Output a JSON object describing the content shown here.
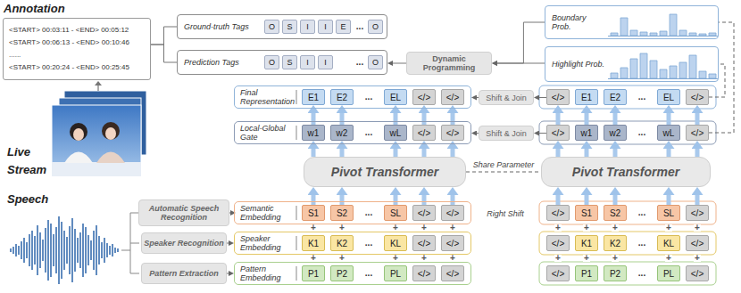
{
  "diagram": {
    "nodes": [
      {
        "text": [
          "Annotation",
          "<START> 00:03:11 - <END> 00:05:12",
          "<START> 00:06:13 - <END> 00:10:46",
          "......",
          "<START> 00:20:24 - <END> 00:25:45"
        ]
      },
      {
        "text": [
          "Ground-truth Tags"
        ]
      },
      {
        "text": [
          "O"
        ],
        "in": 1
      },
      {
        "text": [
          "S"
        ],
        "in": 1
      },
      {
        "text": [
          "I"
        ],
        "in": 1
      },
      {
        "text": [
          "I"
        ],
        "in": 1
      },
      {
        "text": [
          "E"
        ],
        "in": 1
      },
      {
        "text": [
          "O"
        ],
        "in": 1
      },
      {
        "text": [
          "Prediction Tags"
        ]
      },
      {
        "text": [
          "O"
        ],
        "in": 8
      },
      {
        "text": [
          "S"
        ],
        "in": 8
      },
      {
        "text": [
          "I"
        ],
        "in": 8
      },
      {
        "text": [
          "I"
        ],
        "in": 8
      },
      {
        "text": [
          "O"
        ],
        "in": 8
      },
      {
        "text": [
          "Dynamic Programming"
        ]
      },
      {
        "text": [
          "Boundary Prob."
        ]
      },
      {
        "text": [
          "Highlight Prob."
        ]
      },
      {
        "text": [
          "Final Representation"
        ]
      },
      {
        "text": [
          "E1"
        ],
        "in": 17
      },
      {
        "text": [
          "E2"
        ],
        "in": 17
      },
      {
        "text": [
          "EL"
        ],
        "in": 17
      },
      {
        "text": [
          "</>"
        ],
        "in": 17
      },
      {
        "text": [
          "</>"
        ],
        "in": 17
      },
      {
        "text": [
          "Shift & Join"
        ]
      },
      {
        "text": [
          "</>"
        ]
      },
      {
        "text": [
          "E1"
        ]
      },
      {
        "text": [
          "E2"
        ]
      },
      {
        "text": [
          "EL"
        ]
      },
      {
        "text": [
          "</>"
        ]
      },
      {
        "text": [
          "Local-Global Gate"
        ]
      },
      {
        "text": [
          "w1"
        ],
        "in": 29
      },
      {
        "text": [
          "w2"
        ],
        "in": 29
      },
      {
        "text": [
          "wL"
        ],
        "in": 29
      },
      {
        "text": [
          "</>"
        ],
        "in": 29
      },
      {
        "text": [
          "</>"
        ],
        "in": 29
      },
      {
        "text": [
          "Shift & Join"
        ]
      },
      {
        "text": [
          "</>"
        ]
      },
      {
        "text": [
          "w1"
        ]
      },
      {
        "text": [
          "w2"
        ]
      },
      {
        "text": [
          "wL"
        ]
      },
      {
        "text": [
          "</>"
        ]
      },
      {
        "text": [
          "Pivot Transformer"
        ]
      },
      {
        "text": [
          "Pivot Transformer"
        ]
      },
      {
        "text": [
          "Automatic Speech Recognition"
        ]
      },
      {
        "text": [
          "Semantic Embedding"
        ]
      },
      {
        "text": [
          "S1"
        ],
        "in": 44
      },
      {
        "text": [
          "S2"
        ],
        "in": 44
      },
      {
        "text": [
          "SL"
        ],
        "in": 44
      },
      {
        "text": [
          "</>"
        ],
        "in": 44
      },
      {
        "text": [
          "</>"
        ],
        "in": 44
      },
      {
        "text": [
          "</>"
        ]
      },
      {
        "text": [
          "S1"
        ]
      },
      {
        "text": [
          "S2"
        ]
      },
      {
        "text": [
          "SL"
        ]
      },
      {
        "text": [
          "</>"
        ]
      },
      {
        "text": [
          "Speaker Recognition"
        ]
      },
      {
        "text": [
          "Speaker Embedding"
        ]
      },
      {
        "text": [
          "K1"
        ],
        "in": 56
      },
      {
        "text": [
          "K2"
        ],
        "in": 56
      },
      {
        "text": [
          "KL"
        ],
        "in": 56
      },
      {
        "text": [
          "</>"
        ],
        "in": 56
      },
      {
        "text": [
          "</>"
        ],
        "in": 56
      },
      {
        "text": [
          "</>"
        ]
      },
      {
        "text": [
          "K1"
        ]
      },
      {
        "text": [
          "K2"
        ]
      },
      {
        "text": [
          "KL"
        ]
      },
      {
        "text": [
          "</>"
        ]
      },
      {
        "text": [
          "Pattern Extraction"
        ]
      },
      {
        "text": [
          "Pattern Embedding"
        ]
      },
      {
        "text": [
          "P1"
        ],
        "in": 68
      },
      {
        "text": [
          "P2"
        ],
        "in": 68
      },
      {
        "text": [
          "PL"
        ],
        "in": 68
      },
      {
        "text": [
          "</>"
        ],
        "in": 68
      },
      {
        "text": [
          "</>"
        ],
        "in": 68
      },
      {
        "text": [
          "</>"
        ]
      },
      {
        "text": [
          "P1"
        ]
      },
      {
        "text": [
          "P2"
        ]
      },
      {
        "text": [
          "PL"
        ]
      },
      {
        "text": [
          "</>"
        ]
      }
    ],
    "edges": [
      {
        "from": 0,
        "to": 1,
        "arrow": "none"
      },
      {
        "from": 0,
        "to": 8,
        "arrow": "none"
      },
      {
        "from": 14,
        "to": 8,
        "arrow": "to"
      },
      {
        "from": 15,
        "to": 14,
        "arrow": "to"
      },
      {
        "from": 16,
        "to": 14,
        "arrow": "to"
      },
      {
        "from": 28,
        "to": 16,
        "arrow": "none"
      },
      {
        "from": 40,
        "to": 15,
        "arrow": "none"
      },
      {
        "from": 24,
        "to": 23,
        "arrow": "to"
      },
      {
        "from": 23,
        "to": 17,
        "arrow": "to"
      },
      {
        "from": 36,
        "to": 35,
        "arrow": "to"
      },
      {
        "from": 35,
        "to": 29,
        "arrow": "to"
      },
      {
        "from": 45,
        "to": 41,
        "arrow": "to"
      },
      {
        "from": 46,
        "to": 41,
        "arrow": "to"
      },
      {
        "from": 47,
        "to": 41,
        "arrow": "to"
      },
      {
        "from": 48,
        "to": 41,
        "arrow": "to"
      },
      {
        "from": 49,
        "to": 41,
        "arrow": "to"
      },
      {
        "from": 41,
        "to": 30,
        "arrow": "to"
      },
      {
        "from": 41,
        "to": 31,
        "arrow": "to"
      },
      {
        "from": 41,
        "to": 32,
        "arrow": "to"
      },
      {
        "from": 41,
        "to": 33,
        "arrow": "to"
      },
      {
        "from": 41,
        "to": 34,
        "arrow": "to"
      },
      {
        "from": 30,
        "to": 18,
        "arrow": "to"
      },
      {
        "from": 31,
        "to": 19,
        "arrow": "to"
      },
      {
        "from": 32,
        "to": 20,
        "arrow": "to"
      },
      {
        "from": 33,
        "to": 21,
        "arrow": "to"
      },
      {
        "from": 34,
        "to": 22,
        "arrow": "to"
      },
      {
        "from": 50,
        "to": 42,
        "arrow": "to"
      },
      {
        "from": 51,
        "to": 42,
        "arrow": "to"
      },
      {
        "from": 52,
        "to": 42,
        "arrow": "to"
      },
      {
        "from": 53,
        "to": 42,
        "arrow": "to"
      },
      {
        "from": 54,
        "to": 42,
        "arrow": "to"
      },
      {
        "from": 42,
        "to": 36,
        "arrow": "to"
      },
      {
        "from": 42,
        "to": 37,
        "arrow": "to"
      },
      {
        "from": 42,
        "to": 38,
        "arrow": "to"
      },
      {
        "from": 42,
        "to": 39,
        "arrow": "to"
      },
      {
        "from": 42,
        "to": 40,
        "arrow": "to"
      },
      {
        "from": 36,
        "to": 24,
        "arrow": "to"
      },
      {
        "from": 37,
        "to": 25,
        "arrow": "to"
      },
      {
        "from": 38,
        "to": 26,
        "arrow": "to"
      },
      {
        "from": 39,
        "to": 27,
        "arrow": "to"
      },
      {
        "from": 40,
        "to": 28,
        "arrow": "to"
      },
      {
        "from": 41,
        "to": 42,
        "label": "Share Parameter",
        "arrow": "none"
      },
      {
        "from": 43,
        "to": 44,
        "arrow": "to"
      },
      {
        "from": 55,
        "to": 56,
        "arrow": "to"
      },
      {
        "from": 67,
        "to": 68,
        "arrow": "to"
      }
    ],
    "labels": [
      "Live Stream",
      "Speech",
      "...",
      "...",
      "...",
      "...",
      "...",
      "...",
      "...",
      "...",
      "...",
      "...",
      "...",
      "...",
      "Right Shift",
      "+",
      "+",
      "+",
      "+",
      "+",
      "+",
      "+",
      "+",
      "+",
      "+",
      "+",
      "+",
      "+",
      "+",
      "+",
      "+",
      "+",
      "+",
      "+",
      "+"
    ]
  }
}
